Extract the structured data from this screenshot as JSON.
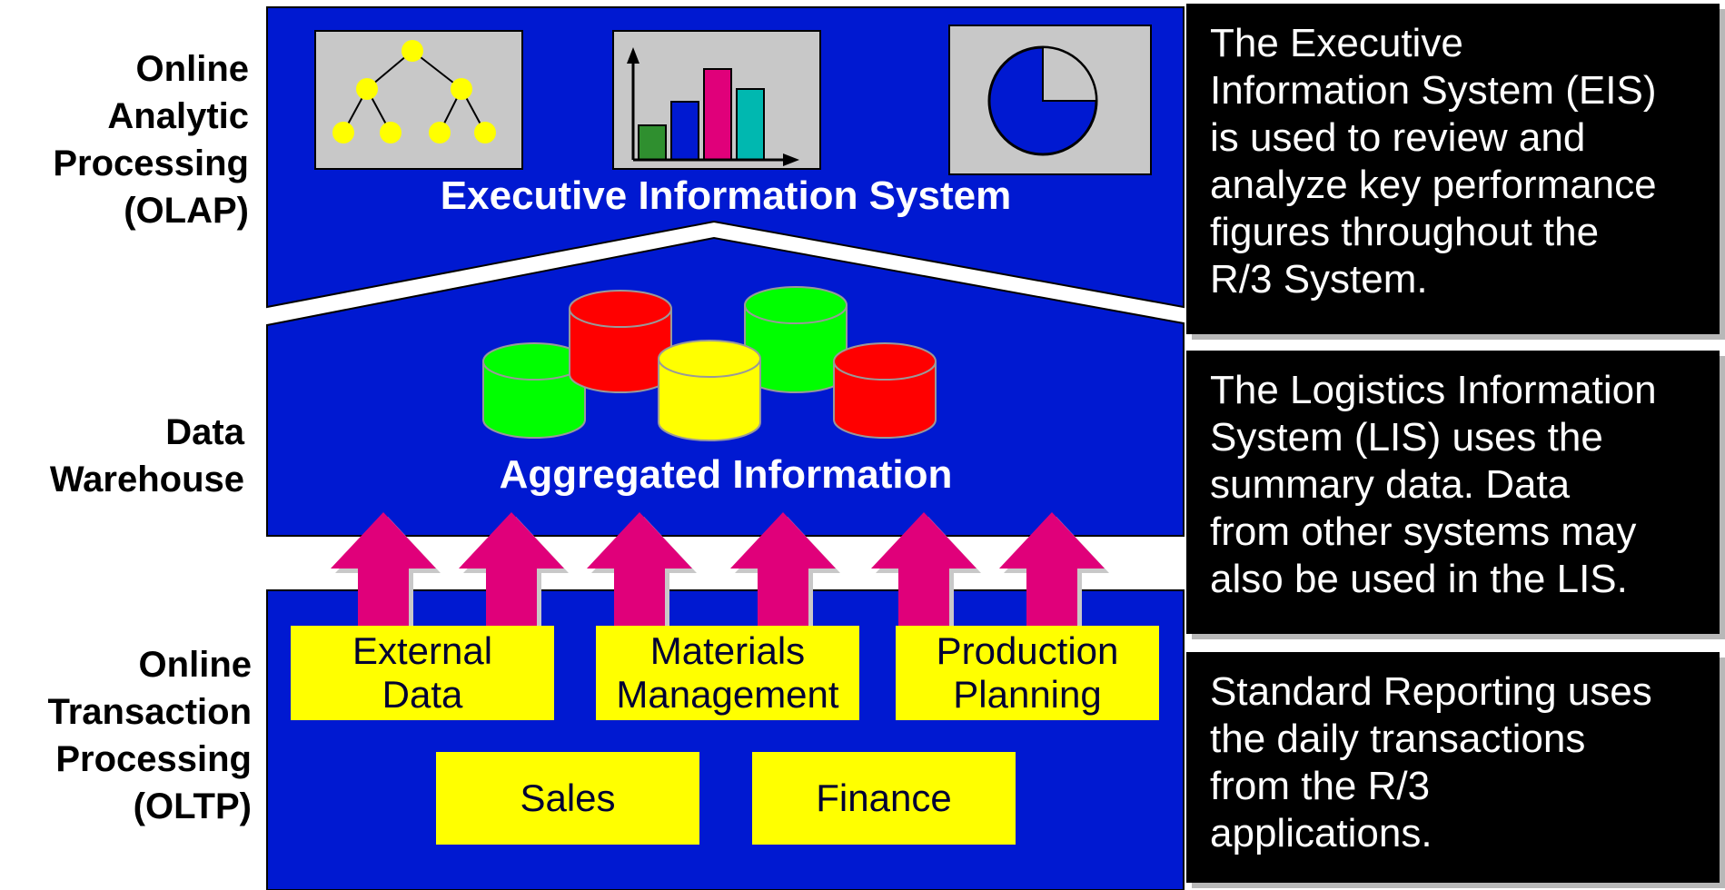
{
  "layers": {
    "olap": {
      "label_lines": [
        "Online",
        "Analytic",
        "Processing",
        "(OLAP)"
      ]
    },
    "warehouse": {
      "label_lines": [
        "Data",
        "Warehouse"
      ]
    },
    "oltp": {
      "label_lines": [
        "Online",
        "Transaction",
        "Processing",
        "(OLTP)"
      ]
    }
  },
  "eis": {
    "title": "Executive Information System",
    "description_lines": [
      "The Executive",
      "Information System (EIS)",
      "is used to review and",
      "analyze key performance",
      "figures throughout the",
      "R/3 System."
    ],
    "icons": [
      "hierarchy-tree-icon",
      "bar-chart-icon",
      "pie-chart-icon"
    ]
  },
  "warehouse": {
    "title": "Aggregated Information",
    "description_lines": [
      "The Logistics Information",
      "System (LIS) uses the",
      "summary data.  Data",
      "from other systems may",
      "also be used in the LIS."
    ],
    "cylinder_colors": [
      "#00ff00",
      "#ff0000",
      "#ffff00",
      "#00ff00",
      "#ff0000"
    ]
  },
  "oltp": {
    "modules": [
      {
        "lines": [
          "External",
          "Data"
        ]
      },
      {
        "lines": [
          "Materials",
          "Management"
        ]
      },
      {
        "lines": [
          "Production",
          "Planning"
        ]
      },
      {
        "lines": [
          "Sales"
        ]
      },
      {
        "lines": [
          "Finance"
        ]
      }
    ],
    "description_lines": [
      "Standard Reporting uses",
      "the daily transactions",
      "from the R/3",
      "applications."
    ]
  },
  "colors": {
    "layer_blue": "#0019d1",
    "module_yellow": "#ffff00",
    "arrow_magenta": "#e0007a",
    "panel_gray": "#c8c8c8",
    "info_black": "#000000"
  }
}
